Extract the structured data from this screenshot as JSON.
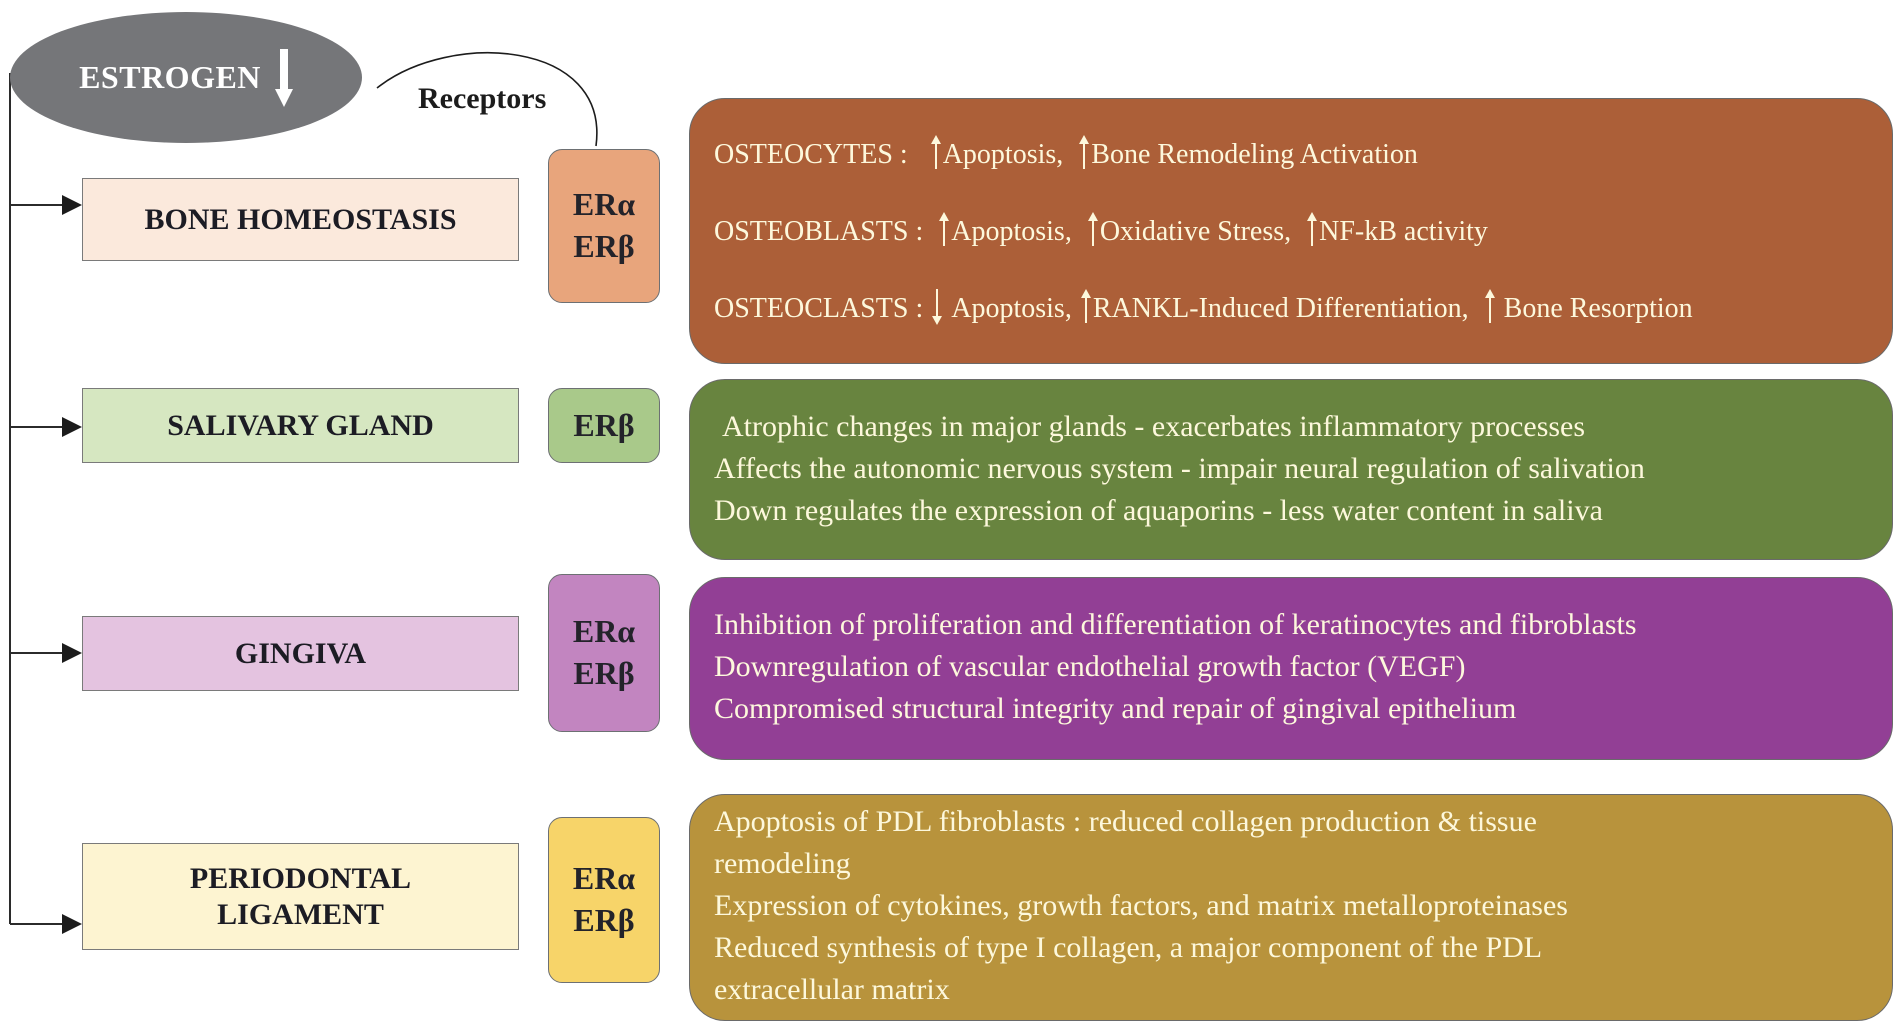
{
  "header": {
    "estrogen_label": "ESTROGEN",
    "estrogen_trend_icon": "arrow-down-icon",
    "receptors_label": "Receptors"
  },
  "colors": {
    "estrogen": "#757679",
    "bone_panel": "#ac5f38",
    "salivary_panel": "#68843f",
    "gingiva_panel": "#923f95",
    "pdl_panel": "#b8933c",
    "panel_text": "#fdf8dc"
  },
  "rows": [
    {
      "organ": "BONE HOMEOSTASIS",
      "organ_fill": "#fbe9dc",
      "receptors": [
        "ERα",
        "ERβ"
      ],
      "receptor_fill": "#e8a57c",
      "effects": [
        {
          "label": "OSTEOCYTES :",
          "items": [
            {
              "dir": "up",
              "text": "Apoptosis,"
            },
            {
              "dir": "up",
              "text": "Bone Remodeling Activation"
            }
          ]
        },
        {
          "label": "OSTEOBLASTS :",
          "items": [
            {
              "dir": "up",
              "text": "Apoptosis,"
            },
            {
              "dir": "up",
              "text": "Oxidative Stress,"
            },
            {
              "dir": "up",
              "text": "NF-kB activity"
            }
          ]
        },
        {
          "label": "OSTEOCLASTS :",
          "items": [
            {
              "dir": "down",
              "text": "Apoptosis,"
            },
            {
              "dir": "up",
              "text": "RANKL-Induced Differentiation,"
            },
            {
              "dir": "up",
              "text": "Bone Resorption"
            }
          ]
        }
      ]
    },
    {
      "organ": "SALIVARY GLAND",
      "organ_fill": "#d6e7c1",
      "receptors": [
        "ERβ"
      ],
      "receptor_fill": "#a9c98a",
      "lines": [
        "Atrophic changes in major glands - exacerbates inflammatory processes",
        "Affects the autonomic nervous system - impair neural regulation of salivation",
        "Down regulates the expression of aquaporins - less water content in saliva"
      ]
    },
    {
      "organ": "GINGIVA",
      "organ_fill": "#e4c3e0",
      "receptors": [
        "ERα",
        "ERβ"
      ],
      "receptor_fill": "#c285c0",
      "lines": [
        "Inhibition of proliferation and differentiation of keratinocytes and fibroblasts",
        "Downregulation of vascular endothelial growth factor (VEGF)",
        "Compromised structural integrity and repair of gingival epithelium"
      ]
    },
    {
      "organ_line1": "PERIODONTAL",
      "organ_line2": "LIGAMENT",
      "organ_fill": "#fdf4d1",
      "receptors": [
        "ERα",
        "ERβ"
      ],
      "receptor_fill": "#f7d469",
      "lines": [
        "Apoptosis of PDL fibroblasts : reduced collagen production & tissue",
        "remodeling",
        "Expression of cytokines, growth factors, and matrix metalloproteinases",
        "Reduced synthesis of type I collagen, a major component of the PDL",
        "extracellular matrix"
      ]
    }
  ]
}
